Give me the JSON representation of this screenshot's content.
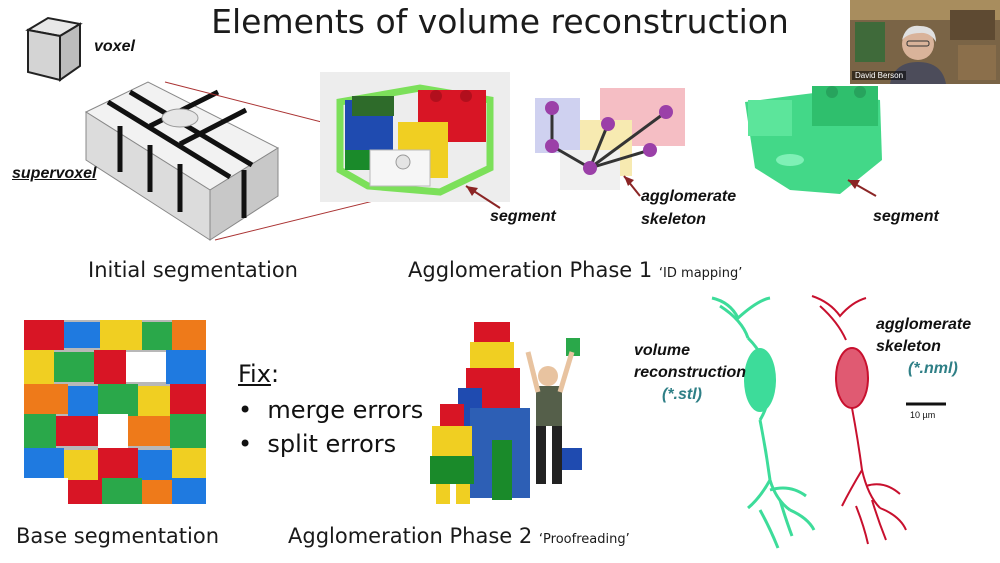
{
  "title": "Elements of volume reconstruction",
  "labels": {
    "voxel": "voxel",
    "supervoxel": "supervoxel",
    "segment_1": "segment",
    "agglomerate_skeleton_1": "agglomerate",
    "agglomerate_skeleton_2": "skeleton",
    "segment_2": "segment",
    "volume_1": "volume",
    "volume_2": "reconstruction",
    "volume_ext": "(*.stl)",
    "agg_skel_1": "agglomerate",
    "agg_skel_2": "skeleton",
    "agg_skel_ext": "(*.nml)",
    "scale_bar": "10 µm"
  },
  "sections": {
    "initial": "Initial segmentation",
    "phase1": "Agglomeration Phase 1",
    "phase1_sub": "‘ID mapping’",
    "base": "Base segmentation",
    "phase2": "Agglomeration Phase 2",
    "phase2_sub": "‘Proofreading’"
  },
  "fix": {
    "heading": "Fix",
    "colon": ":",
    "items": [
      "merge errors",
      "split errors"
    ]
  },
  "webcam": {
    "name": "David Berson"
  },
  "colors": {
    "teal_label": "#2e7f86",
    "green_cell": "#3ddc9a",
    "red_cell": "#c8102e",
    "skeleton_node": "#8a1f9a"
  }
}
